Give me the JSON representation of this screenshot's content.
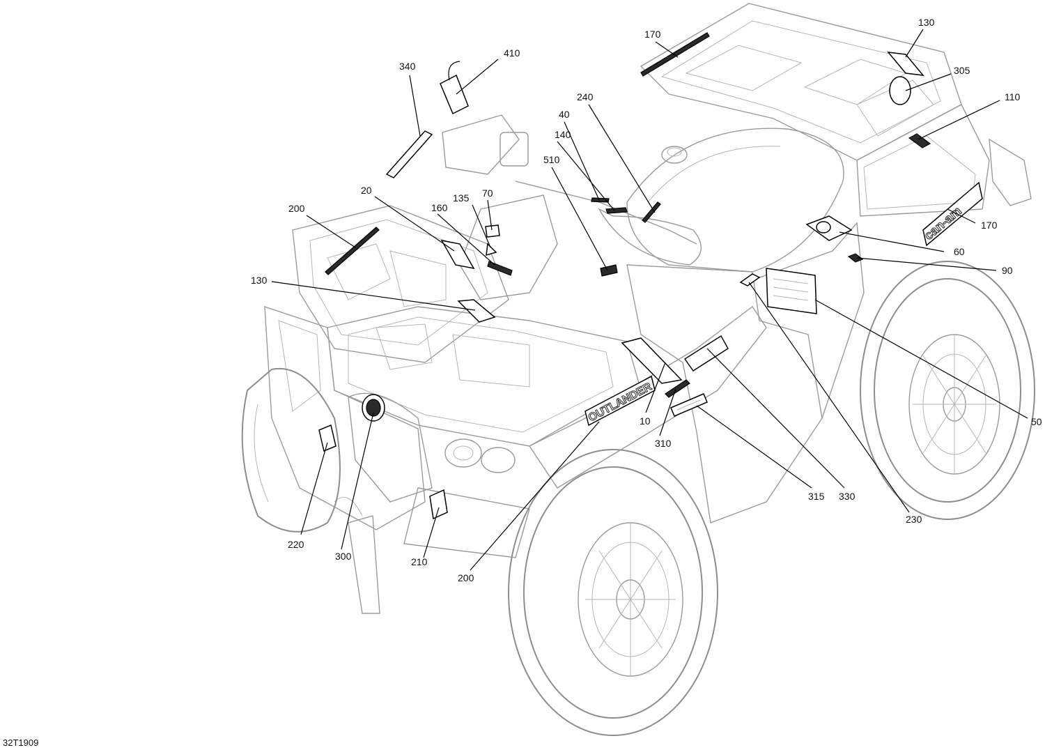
{
  "drawing_id": "32T1909",
  "brand_marks": {
    "model_name": "OUTLANDER",
    "brand": "can-am"
  },
  "callouts": [
    {
      "id": "c130_top",
      "label": "130"
    },
    {
      "id": "c170_top",
      "label": "170"
    },
    {
      "id": "c410",
      "label": "410"
    },
    {
      "id": "c340",
      "label": "340"
    },
    {
      "id": "c305",
      "label": "305"
    },
    {
      "id": "c240",
      "label": "240"
    },
    {
      "id": "c110",
      "label": "110"
    },
    {
      "id": "c40",
      "label": "40"
    },
    {
      "id": "c140",
      "label": "140"
    },
    {
      "id": "c510",
      "label": "510"
    },
    {
      "id": "c20",
      "label": "20"
    },
    {
      "id": "c135",
      "label": "135"
    },
    {
      "id": "c70",
      "label": "70"
    },
    {
      "id": "c160",
      "label": "160"
    },
    {
      "id": "c200_top",
      "label": "200"
    },
    {
      "id": "c170_right",
      "label": "170"
    },
    {
      "id": "c60",
      "label": "60"
    },
    {
      "id": "c90",
      "label": "90"
    },
    {
      "id": "c130_left",
      "label": "130"
    },
    {
      "id": "c50",
      "label": "50"
    },
    {
      "id": "c10",
      "label": "10"
    },
    {
      "id": "c310",
      "label": "310"
    },
    {
      "id": "c315",
      "label": "315"
    },
    {
      "id": "c330",
      "label": "330"
    },
    {
      "id": "c230",
      "label": "230"
    },
    {
      "id": "c220",
      "label": "220"
    },
    {
      "id": "c300",
      "label": "300"
    },
    {
      "id": "c210",
      "label": "210"
    },
    {
      "id": "c200_bottom",
      "label": "200"
    }
  ]
}
